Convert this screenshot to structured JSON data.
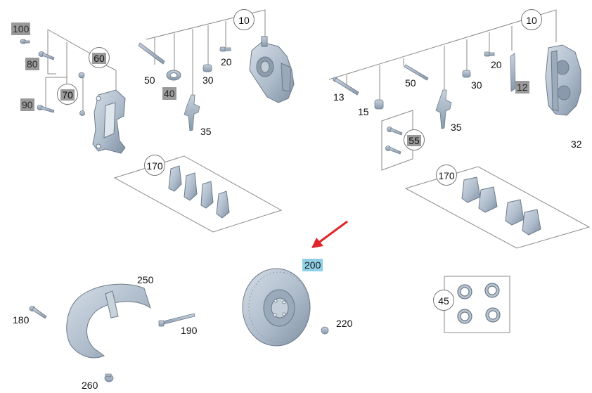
{
  "callouts": {
    "c10_left": "10",
    "c10_right": "10",
    "c60": "60",
    "c70": "70",
    "c55": "55",
    "c170_left": "170",
    "c170_right": "170",
    "c45": "45"
  },
  "labels": {
    "l100": "100",
    "l80": "80",
    "l90": "90",
    "l50_left": "50",
    "l40": "40",
    "l30_left": "30",
    "l20_left": "20",
    "l35_left": "35",
    "l13": "13",
    "l15": "15",
    "l50_right": "50",
    "l30_right": "30",
    "l20_right": "20",
    "l12": "12",
    "l35_right": "35",
    "l32": "32",
    "l250": "250",
    "l180": "180",
    "l190": "190",
    "l260": "260",
    "l200": "200",
    "l220": "220"
  },
  "colors": {
    "part_fill": "#b3c0cc",
    "part_stroke": "#7a8896",
    "line": "#8a8a8a",
    "gray_tag": "#9a9a9a",
    "highlight_tag": "#8fd0e6",
    "arrow": "#e0262a"
  }
}
